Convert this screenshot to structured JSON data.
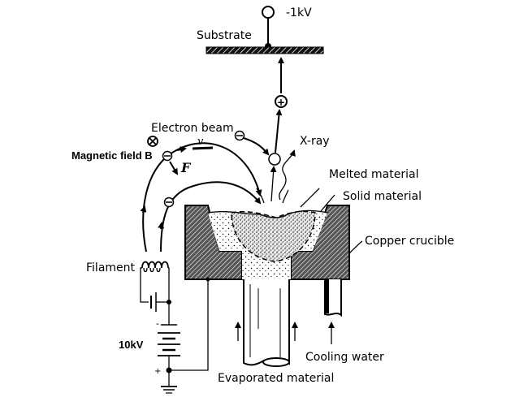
{
  "diagram": {
    "title": "Electron beam evaporation",
    "labels": {
      "voltage_substrate": "-1kV",
      "substrate": "Substrate",
      "electron_beam": "Electron beam",
      "magnetic_field": "Magnetic field B",
      "velocity": "v",
      "force": "F",
      "xray": "X-ray",
      "melted_material": "Melted material",
      "solid_material": "Solid material",
      "copper_crucible": "Copper crucible",
      "filament": "Filament",
      "voltage_supply": "10kV",
      "cooling_water": "Cooling water",
      "evaporated_material": "Evaporated material",
      "minus_sign": "-",
      "plus_sign": "+"
    },
    "symbols": {
      "electron": "⊖",
      "ion": "⊕",
      "field_into_page": "⊗"
    }
  }
}
